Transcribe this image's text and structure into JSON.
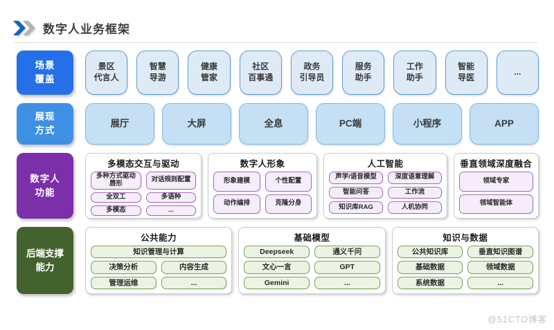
{
  "header": {
    "title": "数字人业务框架",
    "icon": "double-chevron-right-icon"
  },
  "colors": {
    "scene_label": "#2570e8",
    "present_label": "#3e90e5",
    "func_label": "#7b2fa8",
    "backend_label": "#44622d",
    "scene_chip_fill": "#deebf7",
    "scene_chip_border": "#5b9bd5",
    "present_chip_fill": "#c5e0f4",
    "present_chip_border": "#7fb8e8",
    "purple_pill_fill": "#f5edfa",
    "purple_pill_border": "#a569bd",
    "green_pill_fill": "#ebf3e2",
    "green_pill_border": "#78a65a",
    "chevron_blue": "#1565c0",
    "chevron_gray": "#b3b3b3"
  },
  "sections": [
    {
      "id": "scene-coverage",
      "theme": "scene",
      "label_lines": [
        "场景",
        "覆盖"
      ],
      "type": "chips",
      "items": [
        {
          "lines": [
            "景区",
            "代言人"
          ]
        },
        {
          "lines": [
            "智慧",
            "导游"
          ]
        },
        {
          "lines": [
            "健康",
            "管家"
          ]
        },
        {
          "lines": [
            "社区",
            "百事通"
          ]
        },
        {
          "lines": [
            "政务",
            "引导员"
          ]
        },
        {
          "lines": [
            "服务",
            "助手"
          ]
        },
        {
          "lines": [
            "工作",
            "助手"
          ]
        },
        {
          "lines": [
            "智能",
            "导医"
          ]
        },
        {
          "lines": [
            "..."
          ]
        }
      ]
    },
    {
      "id": "presentation-mode",
      "theme": "present",
      "label_lines": [
        "展现",
        "方式"
      ],
      "type": "chips",
      "items": [
        {
          "lines": [
            "展厅"
          ]
        },
        {
          "lines": [
            "大屏"
          ]
        },
        {
          "lines": [
            "全息"
          ]
        },
        {
          "lines": [
            "PC端"
          ]
        },
        {
          "lines": [
            "小程序"
          ]
        },
        {
          "lines": [
            "APP"
          ]
        }
      ]
    },
    {
      "id": "digital-human-functions",
      "theme": "func",
      "label_lines": [
        "数字人",
        "功能"
      ],
      "type": "groups",
      "groups": [
        {
          "title": "多模态交互与驱动",
          "cols": 2,
          "items": [
            "多种方式驱动唇形",
            "对话规则配置",
            "全双工",
            "多语种",
            "多模态",
            "..."
          ]
        },
        {
          "title": "数字人形象",
          "cols": 2,
          "items": [
            "形象建模",
            "个性配置",
            "动作编排",
            "克隆分身"
          ]
        },
        {
          "title": "人工智能",
          "cols": 2,
          "items": [
            "声学/语音模型",
            "深度语意理解",
            "智能问答",
            "工作流",
            "知识库RAG",
            "人机协同"
          ]
        },
        {
          "title": "垂直领域深度融合",
          "cols": 1,
          "items": [
            "领域专家",
            "领域智能体"
          ]
        }
      ]
    },
    {
      "id": "backend-support",
      "theme": "backend",
      "label_lines": [
        "后端支撑",
        "能力"
      ],
      "type": "groups",
      "groups": [
        {
          "title": "公共能力",
          "cols": 2,
          "items": [
            {
              "text": "知识管理与计算",
              "span": 2
            },
            "决策分析",
            "内容生成",
            "管理运维",
            "..."
          ]
        },
        {
          "title": "基础模型",
          "cols": 2,
          "items": [
            "Deepseek",
            "通义千问",
            "文心一言",
            "GPT",
            "Gemini",
            "..."
          ]
        },
        {
          "title": "知识与数据",
          "cols": 2,
          "items": [
            "公共知识库",
            "垂直知识图谱",
            "基础数据",
            "领域数据",
            "系统数据",
            "..."
          ]
        }
      ]
    }
  ],
  "watermark": "@51CTO博客"
}
